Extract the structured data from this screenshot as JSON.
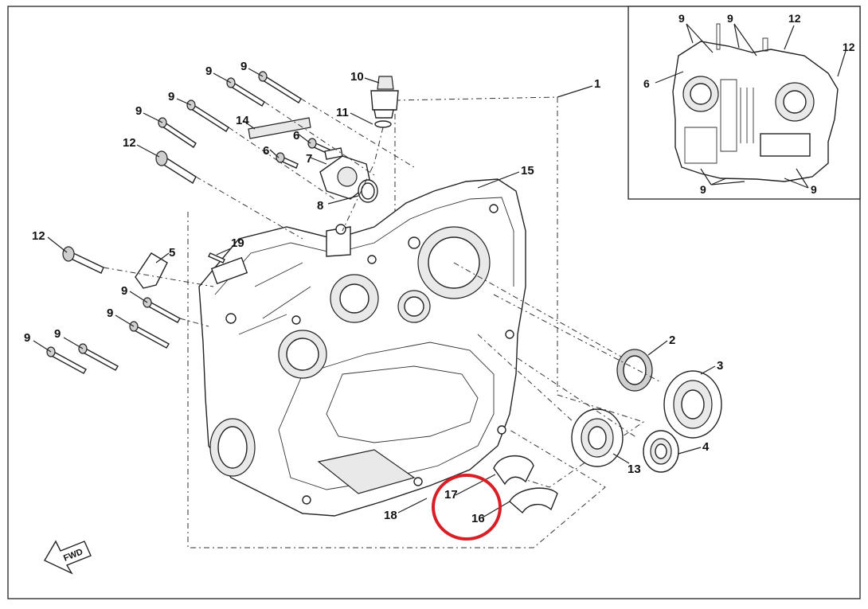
{
  "diagram": {
    "callouts": [
      {
        "id": "c1",
        "text": "1"
      },
      {
        "id": "c2",
        "text": "2"
      },
      {
        "id": "c3",
        "text": "3"
      },
      {
        "id": "c4",
        "text": "4"
      },
      {
        "id": "c5",
        "text": "5"
      },
      {
        "id": "c6a",
        "text": "6"
      },
      {
        "id": "c6b",
        "text": "6"
      },
      {
        "id": "c7",
        "text": "7"
      },
      {
        "id": "c8",
        "text": "8"
      },
      {
        "id": "c9a",
        "text": "9"
      },
      {
        "id": "c9b",
        "text": "9"
      },
      {
        "id": "c9c",
        "text": "9"
      },
      {
        "id": "c9d",
        "text": "9"
      },
      {
        "id": "c9e",
        "text": "9"
      },
      {
        "id": "c9f",
        "text": "9"
      },
      {
        "id": "c9g",
        "text": "9"
      },
      {
        "id": "c10",
        "text": "10"
      },
      {
        "id": "c11",
        "text": "11"
      },
      {
        "id": "c12a",
        "text": "12"
      },
      {
        "id": "c12b",
        "text": "12"
      },
      {
        "id": "c13",
        "text": "13"
      },
      {
        "id": "c14",
        "text": "14"
      },
      {
        "id": "c15",
        "text": "15"
      },
      {
        "id": "c16",
        "text": "16"
      },
      {
        "id": "c17",
        "text": "17"
      },
      {
        "id": "c18",
        "text": "18"
      },
      {
        "id": "c19",
        "text": "19"
      }
    ],
    "inset_callouts": [
      {
        "id": "i9a",
        "text": "9"
      },
      {
        "id": "i9b",
        "text": "9"
      },
      {
        "id": "i12a",
        "text": "12"
      },
      {
        "id": "i12b",
        "text": "12"
      },
      {
        "id": "i6",
        "text": "6"
      },
      {
        "id": "i9c",
        "text": "9"
      },
      {
        "id": "i9d",
        "text": "9"
      }
    ],
    "fwd_arrow": "FWD",
    "highlight_color": "#d81f26"
  }
}
